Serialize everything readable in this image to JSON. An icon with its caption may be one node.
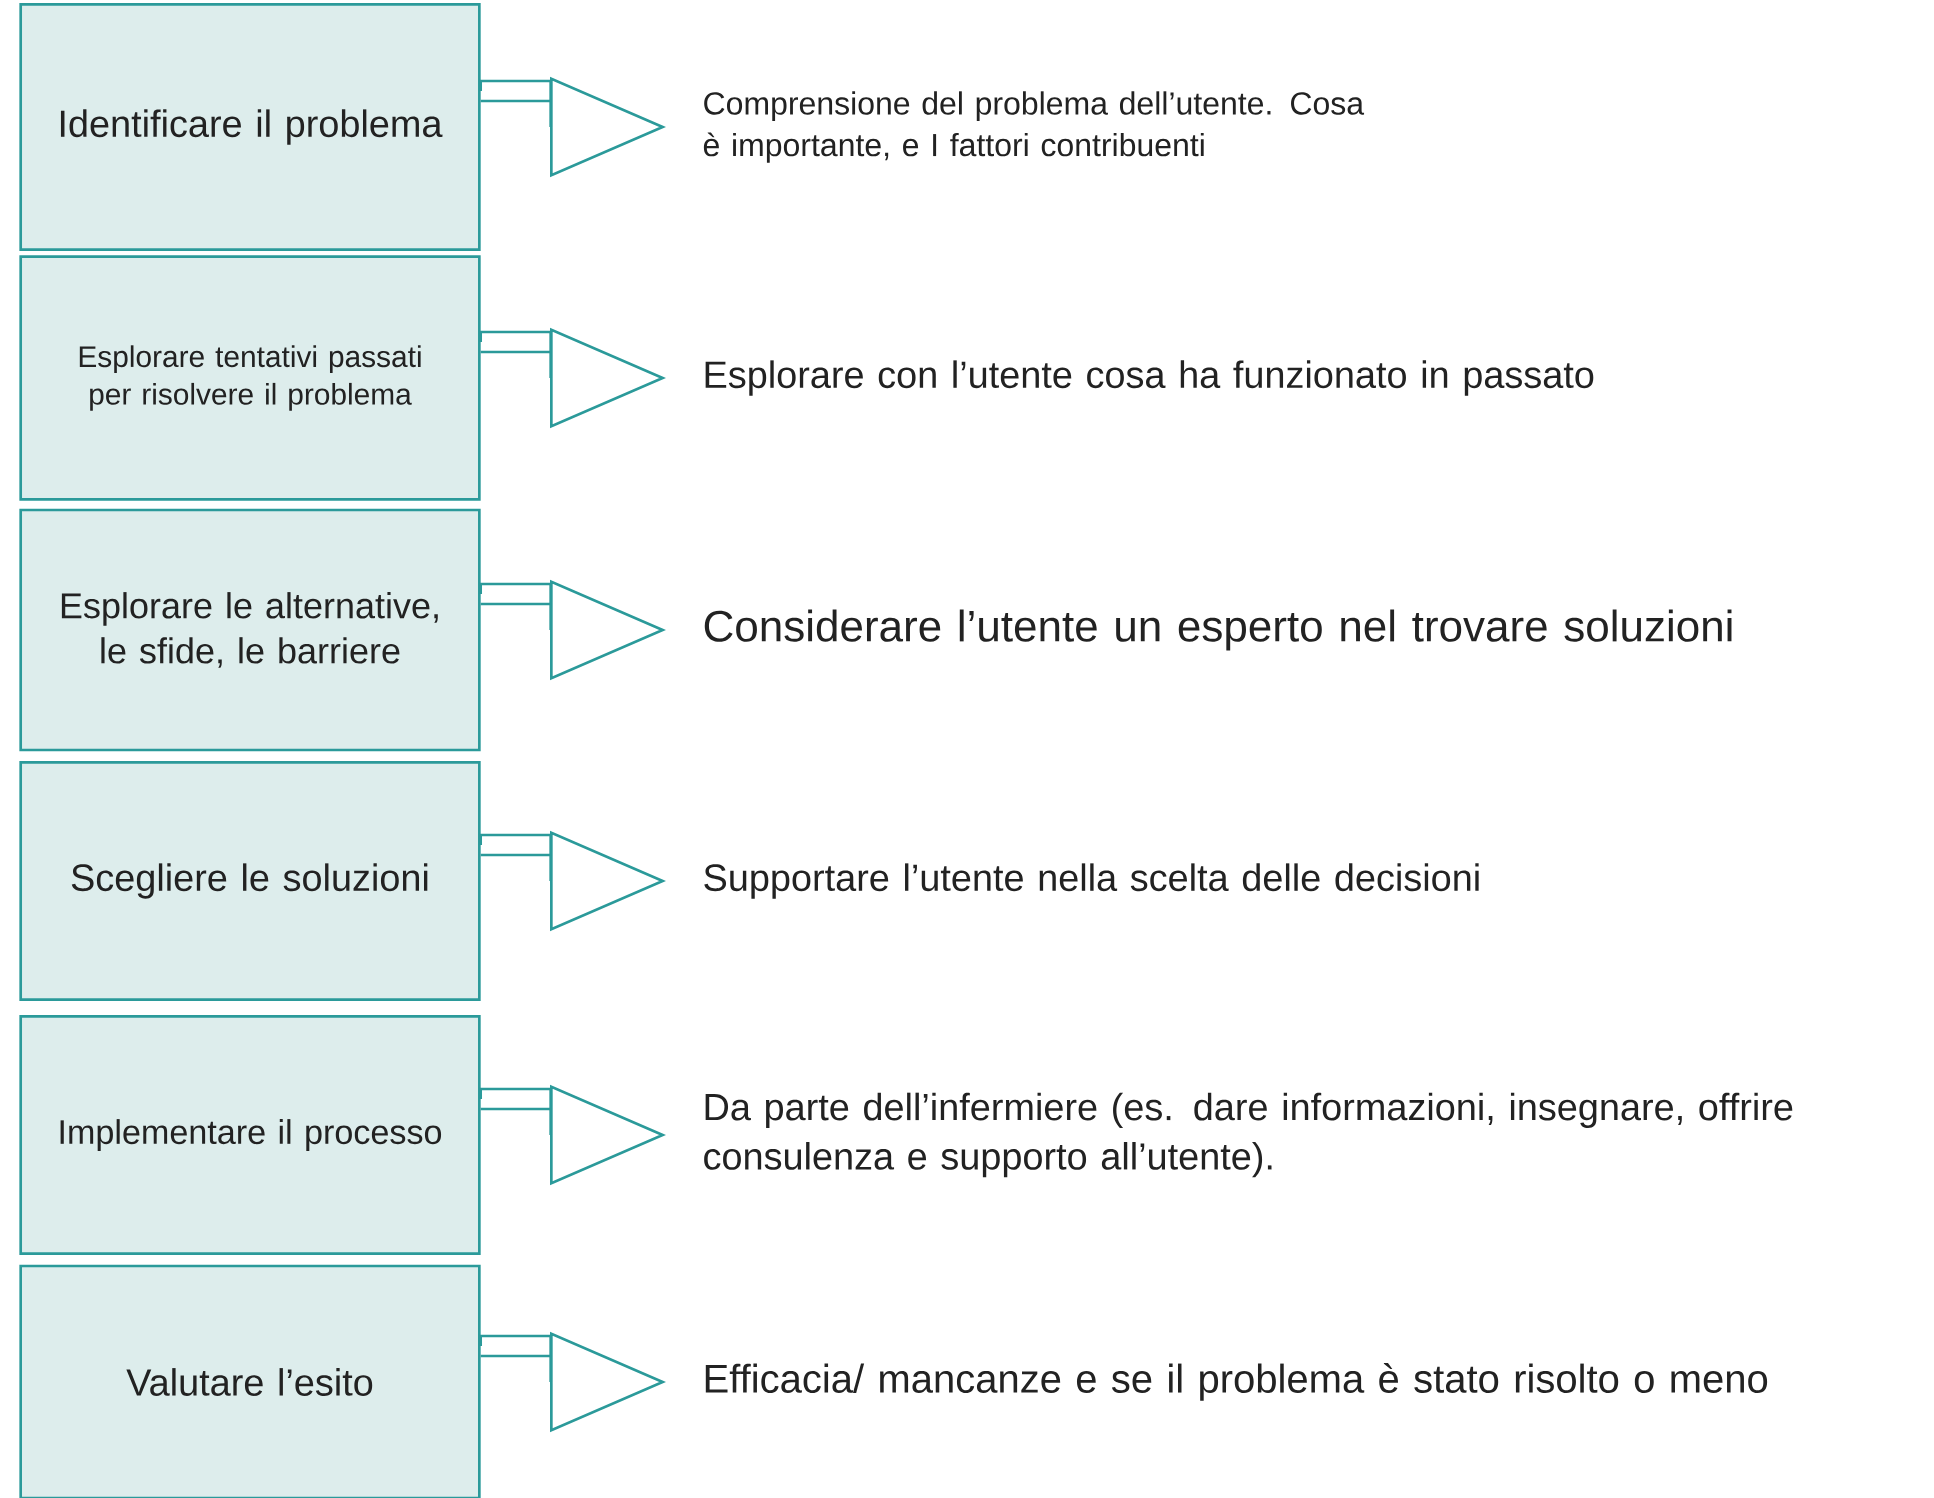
{
  "diagram": {
    "nodes": [
      {
        "text": [
          "Identificare il problema"
        ]
      },
      {
        "text": [
          "Comprensione del problema dell’utente. Cosa è importante, e I fattori contribuenti"
        ]
      },
      {
        "text": [
          "Esplorare tentativi passati per risolvere il problema"
        ]
      },
      {
        "text": [
          "Esplorare con l’utente cosa ha funzionato in passato"
        ]
      },
      {
        "text": [
          "Esplorare le alternative, le sfide, le barriere"
        ]
      },
      {
        "text": [
          "Considerare l’utente un esperto nel trovare soluzioni"
        ]
      },
      {
        "text": [
          "Scegliere le soluzioni"
        ]
      },
      {
        "text": [
          "Supportare l’utente nella scelta delle decisioni"
        ]
      },
      {
        "text": [
          "Implementare il processo"
        ]
      },
      {
        "text": [
          "Da parte dell’infermiere (es. dare informazioni, insegnare, offrire consulenza e supporto all’utente)."
        ]
      },
      {
        "text": [
          "Valutare l’esito"
        ]
      },
      {
        "text": [
          "Efficacia/ mancanze e se il problema è stato risolto o meno"
        ]
      }
    ],
    "edges": [
      {
        "from": 0,
        "to": 1,
        "arrow": "to"
      },
      {
        "from": 2,
        "to": 3,
        "arrow": "to"
      },
      {
        "from": 4,
        "to": 5,
        "arrow": "to"
      },
      {
        "from": 6,
        "to": 7,
        "arrow": "to"
      },
      {
        "from": 8,
        "to": 9,
        "arrow": "to"
      },
      {
        "from": 10,
        "to": 11,
        "arrow": "to"
      }
    ]
  }
}
